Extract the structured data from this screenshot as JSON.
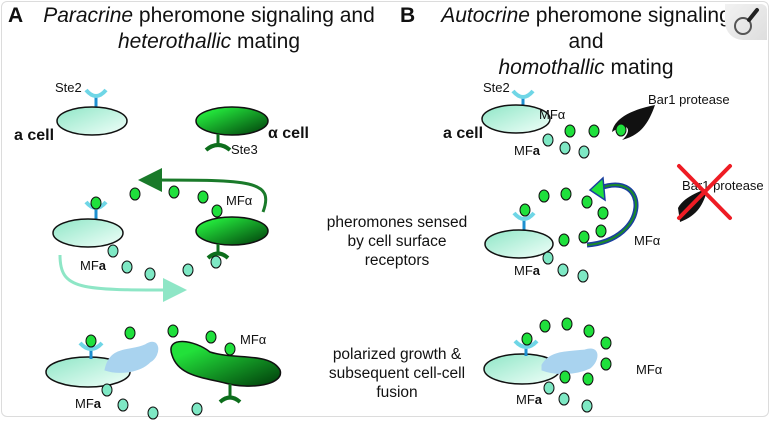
{
  "panel_a": {
    "letter": "A",
    "title_italic": "Paracrine",
    "title_rest": " pheromone signaling and",
    "title2_italic": "heterothallic",
    "title2_rest": " mating",
    "labels": {
      "ste2": "Ste2",
      "ste3": "Ste3",
      "a_cell": "a cell",
      "alpha_cell": "α cell",
      "mfa": "MF",
      "mfa_bold": "a",
      "mfalpha": "MFα"
    }
  },
  "panel_b": {
    "letter": "B",
    "title_italic": "Autocrine",
    "title_rest": " pheromone signaling and",
    "title2_italic": "homothallic",
    "title2_rest": " mating",
    "labels": {
      "ste2": "Ste2",
      "a_cell": "a cell",
      "mfa": "MF",
      "mfa_bold": "a",
      "mfalpha": "MFα",
      "bar1": "Bar1 protease",
      "bar1_crossed": "Bar1 protease"
    }
  },
  "captions": {
    "step2": "pheromones sensed by cell surface receptors",
    "step3": "polarized growth & subsequent cell-cell fusion"
  },
  "colors": {
    "a_cell_fill": "#a8efd8",
    "alpha_cell_fill": "#00d43a",
    "receptor_ste2": "#1e90d0",
    "receptor_ste3": "#0d6e1c",
    "mfa_dot": "#7ee8c4",
    "mfalpha_dot": "#1fe03c",
    "shmoo_blue": "#a9d3ef",
    "cross_red": "#ee1c24"
  },
  "toolbar": {
    "magnifier_icon": "magnifier-icon"
  }
}
